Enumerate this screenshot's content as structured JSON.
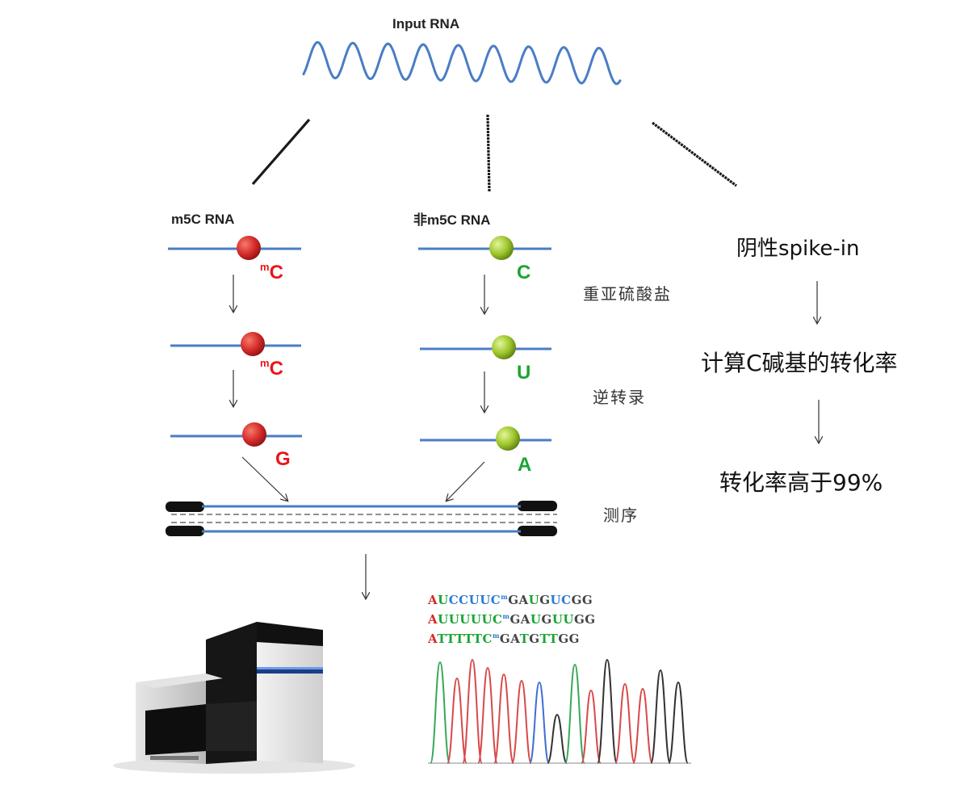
{
  "input_label": "Input RNA",
  "branches": {
    "m5c": {
      "title": "m5C RNA",
      "steps": [
        {
          "base": "m",
          "base_main": "C"
        },
        {
          "base": "m",
          "base_main": "C"
        },
        {
          "base": "",
          "base_main": "G"
        }
      ],
      "bead_color": "#d42a2a",
      "base_color": "#e8161b"
    },
    "non_m5c": {
      "title": "非m5C RNA",
      "steps": [
        {
          "base_main": "C"
        },
        {
          "base_main": "U"
        },
        {
          "base_main": "A"
        }
      ],
      "bead_color": "#9cc52a",
      "base_color": "#1aa533"
    }
  },
  "process_labels": {
    "bisulfite": "重亚硫酸盐",
    "reverse_transcription": "逆转录",
    "sequencing": "测序"
  },
  "control": {
    "spike_in": "阴性spike-in",
    "compute": "计算C碱基的转化率",
    "result": "转化率高于99%"
  },
  "sequences": [
    {
      "parts": [
        {
          "t": "A",
          "c": "#d42a2a"
        },
        {
          "t": "U",
          "c": "#1aa533"
        },
        {
          "t": "CCUUC",
          "c": "#2c7bd4"
        },
        {
          "t": "m",
          "c": "#2c7bd4",
          "sup": true
        },
        {
          "t": "GA",
          "c": "#444444"
        },
        {
          "t": "U",
          "c": "#1aa533"
        },
        {
          "t": "G",
          "c": "#444444"
        },
        {
          "t": "UC",
          "c": "#2c7bd4"
        },
        {
          "t": "GG",
          "c": "#444444"
        }
      ]
    },
    {
      "parts": [
        {
          "t": "A",
          "c": "#d42a2a"
        },
        {
          "t": "UUUUUC",
          "c": "#1aa533"
        },
        {
          "t": "m",
          "c": "#2c7bd4",
          "sup": true
        },
        {
          "t": "GA",
          "c": "#444444"
        },
        {
          "t": "U",
          "c": "#1aa533"
        },
        {
          "t": "G",
          "c": "#444444"
        },
        {
          "t": "UU",
          "c": "#1aa533"
        },
        {
          "t": "GG",
          "c": "#444444"
        }
      ]
    },
    {
      "parts": [
        {
          "t": "A",
          "c": "#d42a2a"
        },
        {
          "t": "TTTTTC",
          "c": "#1aa533"
        },
        {
          "t": "m",
          "c": "#2c7bd4",
          "sup": true
        },
        {
          "t": "GA",
          "c": "#444444"
        },
        {
          "t": "T",
          "c": "#1aa533"
        },
        {
          "t": "G",
          "c": "#444444"
        },
        {
          "t": "TT",
          "c": "#1aa533"
        },
        {
          "t": "GG",
          "c": "#444444"
        }
      ]
    }
  ],
  "colors": {
    "strand": "#4a7dc4",
    "arrow": "#333333",
    "trace_red": "#d84a4a",
    "trace_green": "#3aa85a",
    "trace_blue": "#3f6fd0",
    "trace_black": "#333333"
  },
  "icons": {
    "sequencer": "sequencer-machine-illustration",
    "chromatogram": "chromatogram-trace"
  }
}
